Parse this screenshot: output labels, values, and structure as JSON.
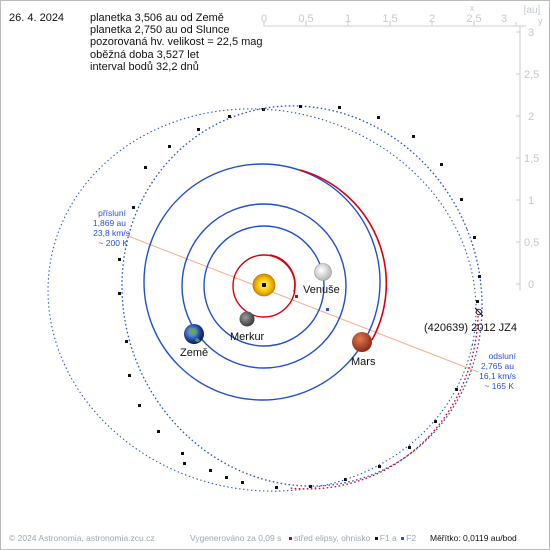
{
  "date": "26. 4. 2024",
  "info_lines": [
    "planetka 3,506 au od Země",
    "planetka 2,750 au od Slunce",
    "pozorovaná hv. velikost = 22,5 mag",
    "oběžná doba 3,527 let",
    "interval bodů 32,2 dnů"
  ],
  "axes": {
    "x_unit": "[au]",
    "x_var": "x",
    "y_var": "y",
    "x_ticks": [
      "0",
      "0,5",
      "1",
      "1,5",
      "2",
      "2,5",
      "3"
    ],
    "y_ticks": [
      "0",
      "0,5",
      "1",
      "1,5",
      "2",
      "2,5",
      "3"
    ]
  },
  "bodies": {
    "venus": "Venuše",
    "earth": "Země",
    "mercury": "Merkur",
    "mars": "Mars",
    "asteroid": "(420639) 2012 JZ4"
  },
  "perihelion": {
    "title": "přísluní",
    "distance": "1,869 au",
    "speed": "23,8 km/s",
    "temp": "~ 200 K"
  },
  "aphelion": {
    "title": "odsluní",
    "distance": "2,765 au",
    "speed": "16,1 km/s",
    "temp": "~ 165 K"
  },
  "footer": {
    "copyright": "© 2024 Astronomia, astronomia.zcu.cz",
    "generated": "Vygenerováno za 0,09 s",
    "legend_center": "střed elipsy, ohnisko",
    "legend_f1": "F1 a",
    "legend_f2": "F2",
    "scale": "Měřítko: 0,0119 au/bod"
  },
  "colors": {
    "planet_orbit": "#1f4fd0",
    "asteroid_orbit": "#2a4fd8",
    "mercury_orbit_perihelion": "#d8000e",
    "apse_line": "#f3b08a",
    "sun": "#f2c200",
    "mars": "#b4402a",
    "scale_text": "#9aa7b7"
  }
}
